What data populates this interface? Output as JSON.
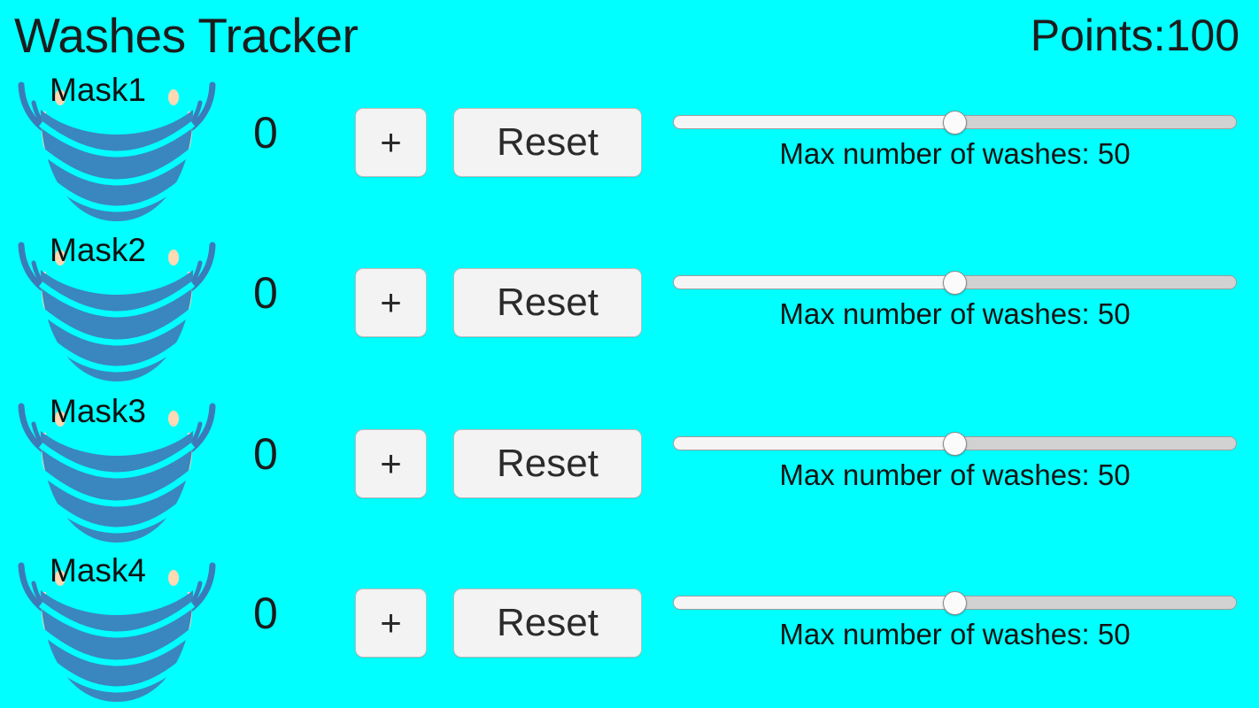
{
  "app": {
    "background_color": "#00ffff",
    "title": "Washes Tracker",
    "points_label": "Points:100"
  },
  "colors": {
    "background": "#00ffff",
    "mask_body": "#3a86be",
    "mask_strap": "#3b7bb8",
    "mask_ear": "#ffd9b3",
    "pleat_gap": "#00ffff",
    "button_face": "#f3f3f3",
    "button_border": "#bdbdbd",
    "slider_track": "#d2d2d2",
    "slider_fill": "#f5f5f5",
    "slider_thumb": "#fbfbfb",
    "text": "#1c1c1c"
  },
  "rows": [
    {
      "mask_label": "Mask1",
      "mask_icon": "face-mask-icon",
      "count": "0",
      "increment_label": "+",
      "reset_label": "Reset",
      "slider": {
        "value": 50,
        "min": 0,
        "max": 100,
        "percent": 50,
        "caption": "Max number of washes: 50"
      }
    },
    {
      "mask_label": "Mask2",
      "mask_icon": "face-mask-icon",
      "count": "0",
      "increment_label": "+",
      "reset_label": "Reset",
      "slider": {
        "value": 50,
        "min": 0,
        "max": 100,
        "percent": 50,
        "caption": "Max number of washes: 50"
      }
    },
    {
      "mask_label": "Mask3",
      "mask_icon": "face-mask-icon",
      "count": "0",
      "increment_label": "+",
      "reset_label": "Reset",
      "slider": {
        "value": 50,
        "min": 0,
        "max": 100,
        "percent": 50,
        "caption": "Max number of washes: 50"
      }
    },
    {
      "mask_label": "Mask4",
      "mask_icon": "face-mask-icon",
      "count": "0",
      "increment_label": "+",
      "reset_label": "Reset",
      "slider": {
        "value": 50,
        "min": 0,
        "max": 100,
        "percent": 50,
        "caption": "Max number of washes: 50"
      }
    }
  ]
}
